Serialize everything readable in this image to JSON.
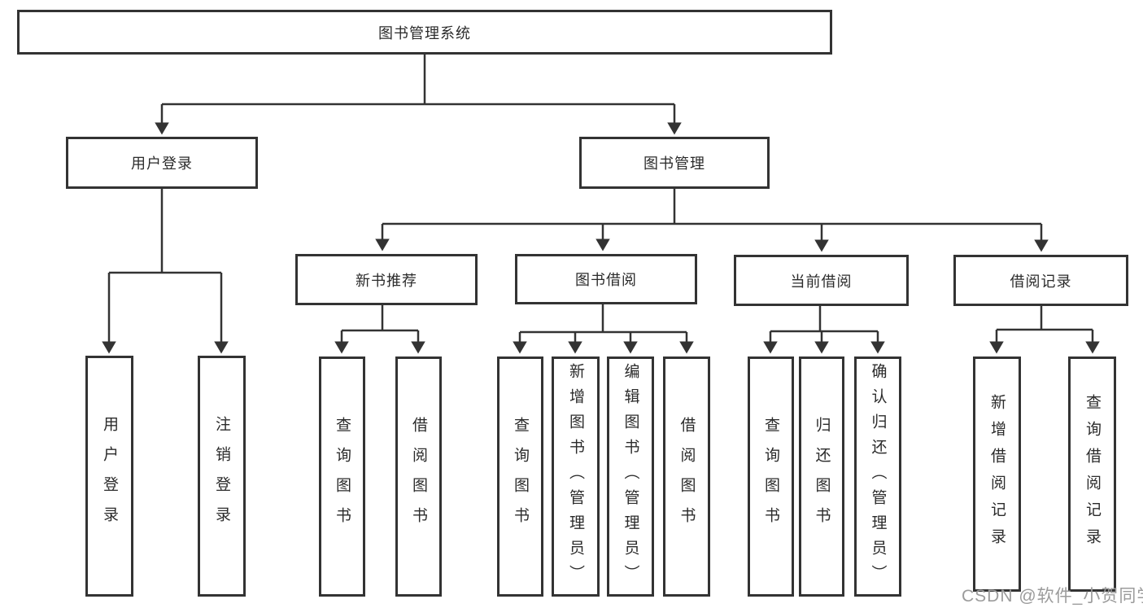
{
  "diagram": {
    "root": {
      "label": "图书管理系统"
    },
    "level2": {
      "user_login": {
        "label": "用户登录"
      },
      "book_mgmt": {
        "label": "图书管理"
      }
    },
    "level3": {
      "new_books": {
        "label": "新书推荐"
      },
      "borrow": {
        "label": "图书借阅"
      },
      "current": {
        "label": "当前借阅"
      },
      "records": {
        "label": "借阅记录"
      }
    },
    "leaves": {
      "user_login": [
        "用户登录",
        "注销登录"
      ],
      "new_books": [
        "查询图书",
        "借阅图书"
      ],
      "borrow": [
        "查询图书",
        "新增图书（管理员）",
        "编辑图书（管理员）",
        "借阅图书"
      ],
      "current": [
        "查询图书",
        "归还图书",
        "确认归还（管理员）"
      ],
      "records": [
        "新增借阅记录",
        "查询借阅记录"
      ]
    }
  },
  "watermark": {
    "text": "CSDN @软件_小贺同学"
  },
  "colors": {
    "line": "#333333",
    "box_background": "#ffffff",
    "text": "#2b2b2b",
    "watermark_text": "#9b9b9b"
  }
}
